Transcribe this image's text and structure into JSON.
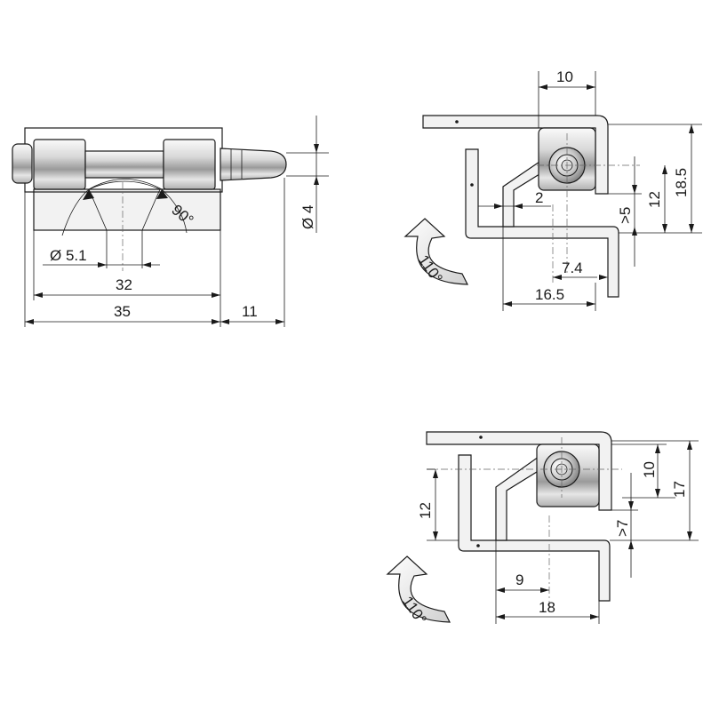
{
  "front_view": {
    "dia_pin": "Ø 4",
    "dia_hole": "Ø 5.1",
    "angle": "90°",
    "len_32": "32",
    "len_35": "35",
    "len_11": "11"
  },
  "side_view_top": {
    "d10": "10",
    "d185": "18.5",
    "d12": "12",
    "d2": "2",
    "d5": ">5",
    "d74": "7.4",
    "d165": "16.5",
    "rotation": "110°"
  },
  "side_view_bottom": {
    "d10": "10",
    "d17": "17",
    "d12": "12",
    "d7": ">7",
    "d9": "9",
    "d18": "18",
    "rotation": "110°"
  }
}
